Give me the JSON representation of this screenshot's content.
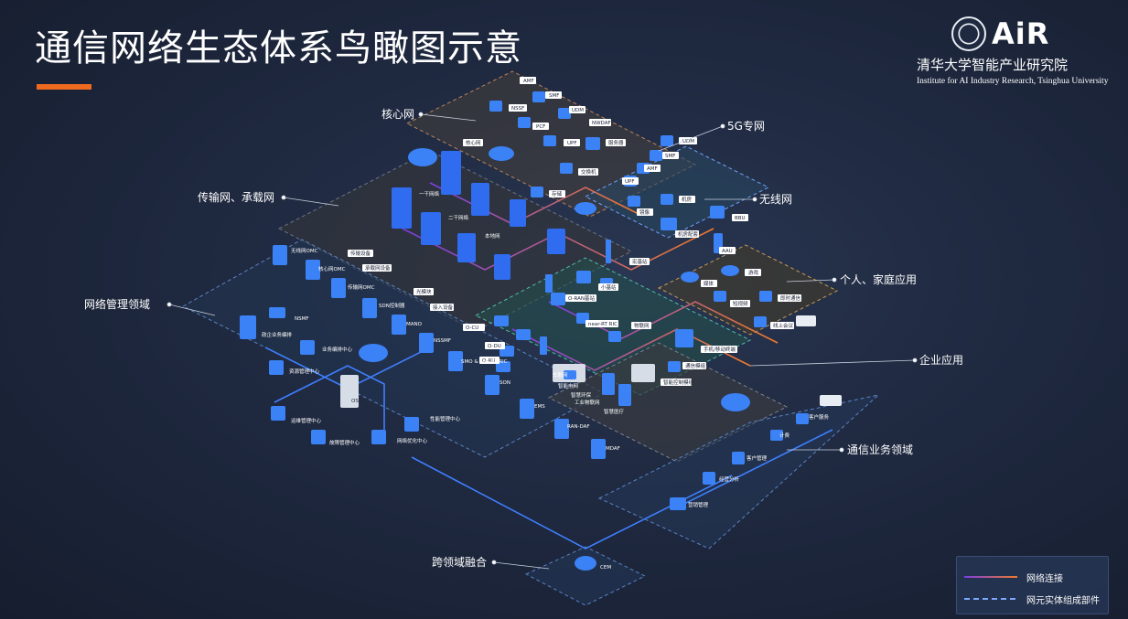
{
  "title": "通信网络生态体系鸟瞰图示意",
  "logo": {
    "brand": "AiR",
    "cn_name": "清华大学智能产业研究院",
    "en_name": "Institute for AI Industry Research, Tsinghua University"
  },
  "callouts": {
    "core": "核心网",
    "private5g": "5G专网",
    "transport": "传输网、承载网",
    "wireless": "无线网",
    "personal": "个人、家庭应用",
    "mgmt": "网络管理领域",
    "enterprise": "企业应用",
    "business": "通信业务领域",
    "cross": "跨领域融合"
  },
  "core_labels": [
    "AMF",
    "SMF",
    "NSSF",
    "UDM",
    "PCF",
    "NWDAF",
    "核心网",
    "UPF",
    "服务器",
    "交换机",
    "存储"
  ],
  "private_labels": [
    "UDM",
    "SMF",
    "AMF",
    "UPF",
    "镜像",
    "机房",
    "BBU",
    "机房配套",
    "AAU"
  ],
  "transport_labels": [
    "一干网络",
    "二干网络",
    "本地网",
    "传输设备",
    "承载网设备",
    "光模块",
    "接入设备"
  ],
  "radio_labels": [
    "宏基站",
    "小基站",
    "O-RAN基站",
    "near-RT RIC",
    "O-CU",
    "O-DU",
    "O-RU",
    "SMO & non-RT RIC",
    "物联网"
  ],
  "mgmt_labels": [
    "无线网OMC",
    "核心网OMC",
    "传输网OMC",
    "SDN控制器",
    "MANO",
    "NSMF",
    "政企业务编排",
    "业务编排中心",
    "资源管理中心",
    "运维管理中心",
    "故障管理中心",
    "网络优化中心",
    "性能管理中心",
    "NSSMF",
    "SON",
    "EMS",
    "RAN-DAF",
    "MDAF",
    "OSS",
    "CEM"
  ],
  "personal_labels": [
    "游戏",
    "媒体",
    "短视频",
    "即时通信",
    "线上会议"
  ],
  "enterprise_labels": [
    "车联网",
    "智能电网",
    "智慧环保",
    "工业物联网",
    "智慧医疗",
    "手机/移动终端",
    "通信模组",
    "智能控制模组"
  ],
  "business_labels": [
    "客户服务",
    "计费",
    "客户管理",
    "经营分析",
    "营销管理"
  ],
  "legend": {
    "network_link": "网络连接",
    "component": "网元实体组成部件"
  },
  "colors": {
    "accent": "#ef6a1f",
    "link_start": "#7b3fe4",
    "link_end": "#f07a2a",
    "dashed": "#7ea8ff",
    "device": "#2f6cf0"
  }
}
